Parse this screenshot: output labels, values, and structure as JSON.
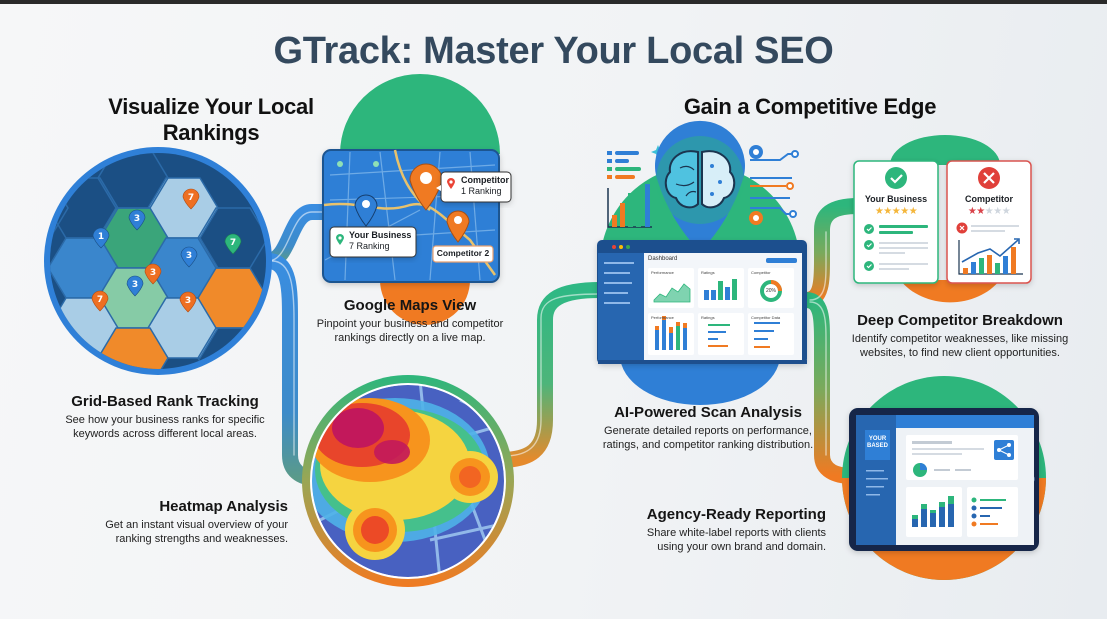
{
  "title": "GTrack: Master Your Local SEO",
  "sections": {
    "left": "Visualize Your Local Rankings",
    "right": "Gain a Competitive Edge"
  },
  "features": [
    {
      "id": "grid",
      "title": "Grid-Based Rank Tracking",
      "line1": "See how your business ranks for specific",
      "line2": "keywords across different local areas."
    },
    {
      "id": "maps",
      "title": "Google Maps View",
      "line1": "Pinpoint your business and competitor",
      "line2": "rankings directly on a live map."
    },
    {
      "id": "heatmap",
      "title": "Heatmap Analysis",
      "line1": "Get an instant visual overview of your",
      "line2": "ranking strengths and weaknesses."
    },
    {
      "id": "ai",
      "title": "AI-Powered Scan Analysis",
      "line1": "Generate detailed reports on performance,",
      "line2": "ratings, and competitor ranking distribution."
    },
    {
      "id": "competitor",
      "title": "Deep Competitor Breakdown",
      "line1": "Identify competitor weaknesses, like missing",
      "line2": "websites, to find new client opportunities."
    },
    {
      "id": "agency",
      "title": "Agency-Ready Reporting",
      "line1": "Share white-label reports with clients",
      "line2": "using your own brand and domain."
    }
  ],
  "grid_pins": [
    "7",
    "3",
    "1",
    "3",
    "7",
    "3",
    "3",
    "7",
    "3"
  ],
  "map_callouts": {
    "competitor_name": "Competitor",
    "competitor_rank": "1 Ranking",
    "business_name": "Your Business",
    "business_rank": "7 Ranking",
    "competitor2_name": "Competitor 2"
  },
  "dashboard": {
    "title": "Dashboard",
    "cards": [
      "Performance",
      "Ratings",
      "Competitor",
      "Performance",
      "Ratings",
      "Competitor Data"
    ],
    "donut_value": "20%"
  },
  "comparison": {
    "business_label": "Your Business",
    "business_stars": "★★★★★",
    "competitor_label": "Competitor",
    "competitor_stars_filled": "★★",
    "competitor_stars_empty": "★★★"
  },
  "tablet": {
    "brand_line1": "YOUR",
    "brand_line2": "BASED"
  },
  "colors": {
    "blue": "#2f7fd6",
    "dark_blue": "#1d5490",
    "green": "#2db67c",
    "orange": "#f07a22",
    "title": "#34495e"
  }
}
